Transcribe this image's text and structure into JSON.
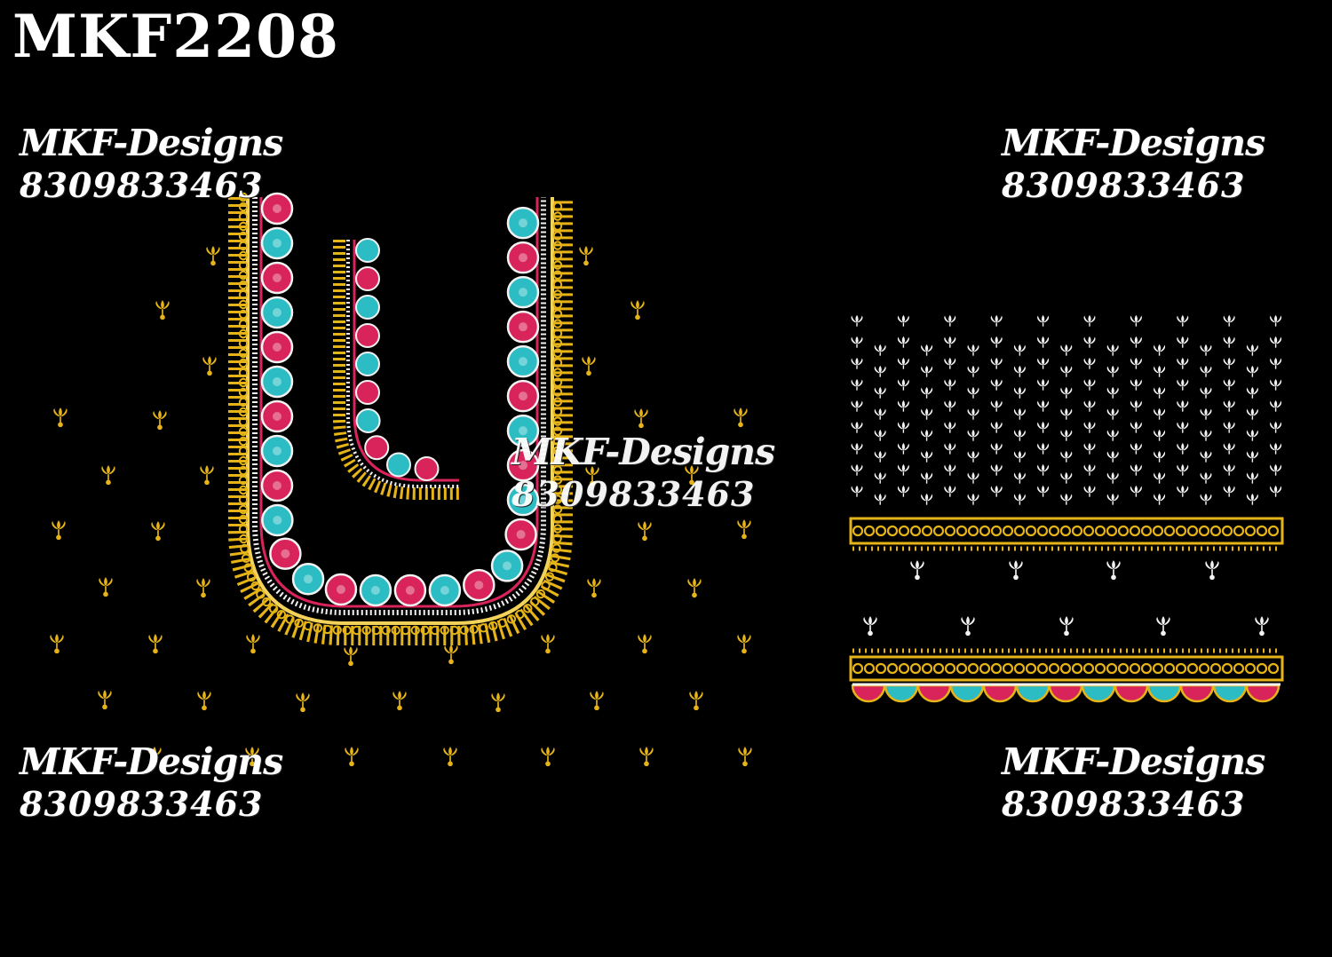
{
  "design_code": "MKF2208",
  "watermark": {
    "brand": "MKF-Designs",
    "phone": "8309833463"
  },
  "colors": {
    "background": "#000000",
    "gold": "#e6b417",
    "gold_light": "#f3d25a",
    "pink": "#d8245a",
    "teal": "#2bbdc3",
    "white": "#f2f2f2",
    "text": "#ffffff"
  }
}
